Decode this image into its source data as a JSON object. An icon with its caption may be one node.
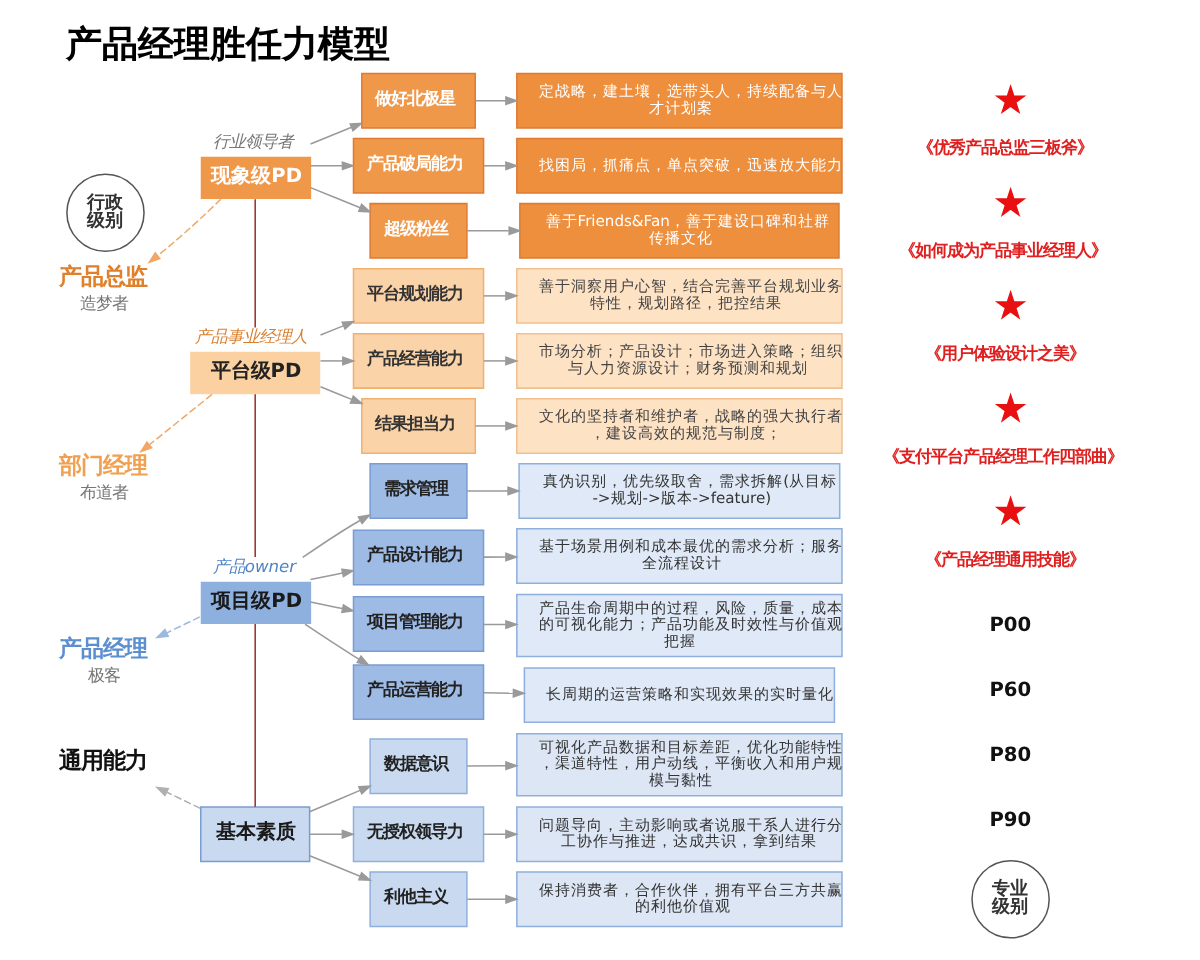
{
  "diagram": {
    "title": "产品经理胜任力模型",
    "nodes": [
      {
        "text": [
          "行政级别"
        ]
      },
      {
        "text": [
          "产品总监"
        ],
        "beside": [
          "造梦者"
        ]
      },
      {
        "text": [
          "部门经理"
        ],
        "beside": [
          "布道者"
        ]
      },
      {
        "text": [
          "产品经理"
        ],
        "beside": [
          "极客"
        ]
      },
      {
        "text": [
          "通用能力"
        ]
      },
      {
        "text": [
          "现象级PD"
        ],
        "beside": [
          "行业领导者"
        ]
      },
      {
        "text": [
          "做好北极星"
        ]
      },
      {
        "text": [
          "定战略，建土壤，选带头人，持续配备与人才计划案"
        ]
      },
      {
        "text": [
          "产品破局能力"
        ]
      },
      {
        "text": [
          "找困局，抓痛点，单点突破，迅速放大能力"
        ]
      },
      {
        "text": [
          "超级粉丝"
        ]
      },
      {
        "text": [
          "善于Friends&Fan，善于建设口碑和社群传播文化"
        ]
      },
      {
        "text": [
          "平台级PD"
        ],
        "beside": [
          "产品事业经理人"
        ]
      },
      {
        "text": [
          "平台规划能力"
        ]
      },
      {
        "text": [
          "善于洞察用户心智，结合完善平台规划业务特性，规划路径，把控结果"
        ]
      },
      {
        "text": [
          "产品经营能力"
        ]
      },
      {
        "text": [
          "市场分析；产品设计；市场进入策略；组织与人力资源设计；财务预测和规划"
        ]
      },
      {
        "text": [
          "结果担当力"
        ]
      },
      {
        "text": [
          "文化的坚持者和维护者，战略的强大执行者，建设高效的规范与制度；"
        ]
      },
      {
        "text": [
          "项目级PD"
        ],
        "beside": [
          "产品owner"
        ]
      },
      {
        "text": [
          "需求管理"
        ]
      },
      {
        "text": [
          "真伪识别，优先级取舍，需求拆解(从目标->规划->版本->feature)"
        ]
      },
      {
        "text": [
          "产品设计能力"
        ]
      },
      {
        "text": [
          "基于场景用例和成本最优的需求分析；服务全流程设计"
        ]
      },
      {
        "text": [
          "项目管理能力"
        ]
      },
      {
        "text": [
          "产品生命周期中的过程，风险，质量，成本的可视化能力；产品功能及时效性与价值观把握"
        ]
      },
      {
        "text": [
          "产品运营能力"
        ]
      },
      {
        "text": [
          "长周期的运营策略和实现效果的实时量化"
        ]
      },
      {
        "text": [
          "基本素质"
        ]
      },
      {
        "text": [
          "数据意识"
        ]
      },
      {
        "text": [
          "可视化产品数据和目标差距，优化功能特性，渠道特性，用户动线，平衡收入和用户规模与黏性"
        ]
      },
      {
        "text": [
          "无授权领导力"
        ]
      },
      {
        "text": [
          "问题导向，主动影响或者说服干系人进行分工协作与推进，达成共识，拿到结果"
        ]
      },
      {
        "text": [
          "利他主义"
        ]
      },
      {
        "text": [
          "保持消费者，合作伙伴，拥有平台三方共赢的利他价值观"
        ]
      },
      {
        "text": [
          "专业级别"
        ]
      }
    ],
    "edges": [
      {
        "from": 5,
        "to": 1,
        "arrow": "to",
        "style": "dashed",
        "color": "#f0a868"
      },
      {
        "from": 12,
        "to": 2,
        "arrow": "to",
        "style": "dashed",
        "color": "#f0a868"
      },
      {
        "from": 19,
        "to": 3,
        "arrow": "to",
        "style": "dashed",
        "color": "#9cb8e0"
      },
      {
        "from": 28,
        "to": 4,
        "arrow": "to",
        "style": "dashed",
        "color": "#b0b0b0"
      },
      {
        "from": 28,
        "to": 19,
        "arrow": "none",
        "color": "#9c2a2a"
      },
      {
        "from": 19,
        "to": 12,
        "arrow": "none",
        "color": "#9c2a2a"
      },
      {
        "from": 12,
        "to": 5,
        "arrow": "none",
        "color": "#9c2a2a"
      },
      {
        "from": 5,
        "to": 6,
        "arrow": "to"
      },
      {
        "from": 5,
        "to": 8,
        "arrow": "to"
      },
      {
        "from": 5,
        "to": 10,
        "arrow": "to"
      },
      {
        "from": 6,
        "to": 7,
        "arrow": "to"
      },
      {
        "from": 8,
        "to": 9,
        "arrow": "to"
      },
      {
        "from": 10,
        "to": 11,
        "arrow": "to"
      },
      {
        "from": 12,
        "to": 13,
        "arrow": "to"
      },
      {
        "from": 12,
        "to": 15,
        "arrow": "to"
      },
      {
        "from": 12,
        "to": 17,
        "arrow": "to"
      },
      {
        "from": 13,
        "to": 14,
        "arrow": "to"
      },
      {
        "from": 15,
        "to": 16,
        "arrow": "to"
      },
      {
        "from": 17,
        "to": 18,
        "arrow": "to"
      },
      {
        "from": 19,
        "to": 20,
        "arrow": "to"
      },
      {
        "from": 19,
        "to": 22,
        "arrow": "to"
      },
      {
        "from": 19,
        "to": 24,
        "arrow": "to"
      },
      {
        "from": 19,
        "to": 26,
        "arrow": "to"
      },
      {
        "from": 20,
        "to": 21,
        "arrow": "to"
      },
      {
        "from": 22,
        "to": 23,
        "arrow": "to"
      },
      {
        "from": 24,
        "to": 25,
        "arrow": "to"
      },
      {
        "from": 26,
        "to": 27,
        "arrow": "to"
      },
      {
        "from": 28,
        "to": 29,
        "arrow": "to"
      },
      {
        "from": 28,
        "to": 31,
        "arrow": "to"
      },
      {
        "from": 28,
        "to": 33,
        "arrow": "to"
      },
      {
        "from": 29,
        "to": 30,
        "arrow": "to"
      },
      {
        "from": 31,
        "to": 32,
        "arrow": "to"
      },
      {
        "from": 33,
        "to": 34,
        "arrow": "to"
      }
    ],
    "labels": [
      "《优秀产品总监三板斧》",
      "《如何成为产品事业经理人》",
      "《用户体验设计之美》",
      "《支付平台产品经理工作四部曲》",
      "《产品经理通用技能》",
      "P00",
      "P60",
      "P80",
      "P90"
    ]
  }
}
